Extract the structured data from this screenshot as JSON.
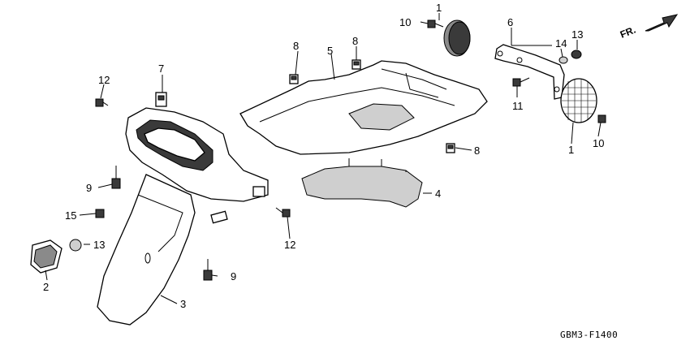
{
  "diagram": {
    "orientation_label": "FR.",
    "drawing_code": "GBM3-F1400",
    "callouts": {
      "c10a": "10",
      "c1a": "1",
      "c6": "6",
      "c14": "14",
      "c13a": "13",
      "c8a": "8",
      "c8b": "8",
      "c5": "5",
      "c7": "7",
      "c12a": "12",
      "c11": "11",
      "c1b": "1",
      "c10b": "10",
      "c8c": "8",
      "c9a": "9",
      "c4": "4",
      "c15": "15",
      "c12b": "12",
      "c13b": "13",
      "c9b": "9",
      "c2": "2",
      "c3": "3"
    }
  }
}
